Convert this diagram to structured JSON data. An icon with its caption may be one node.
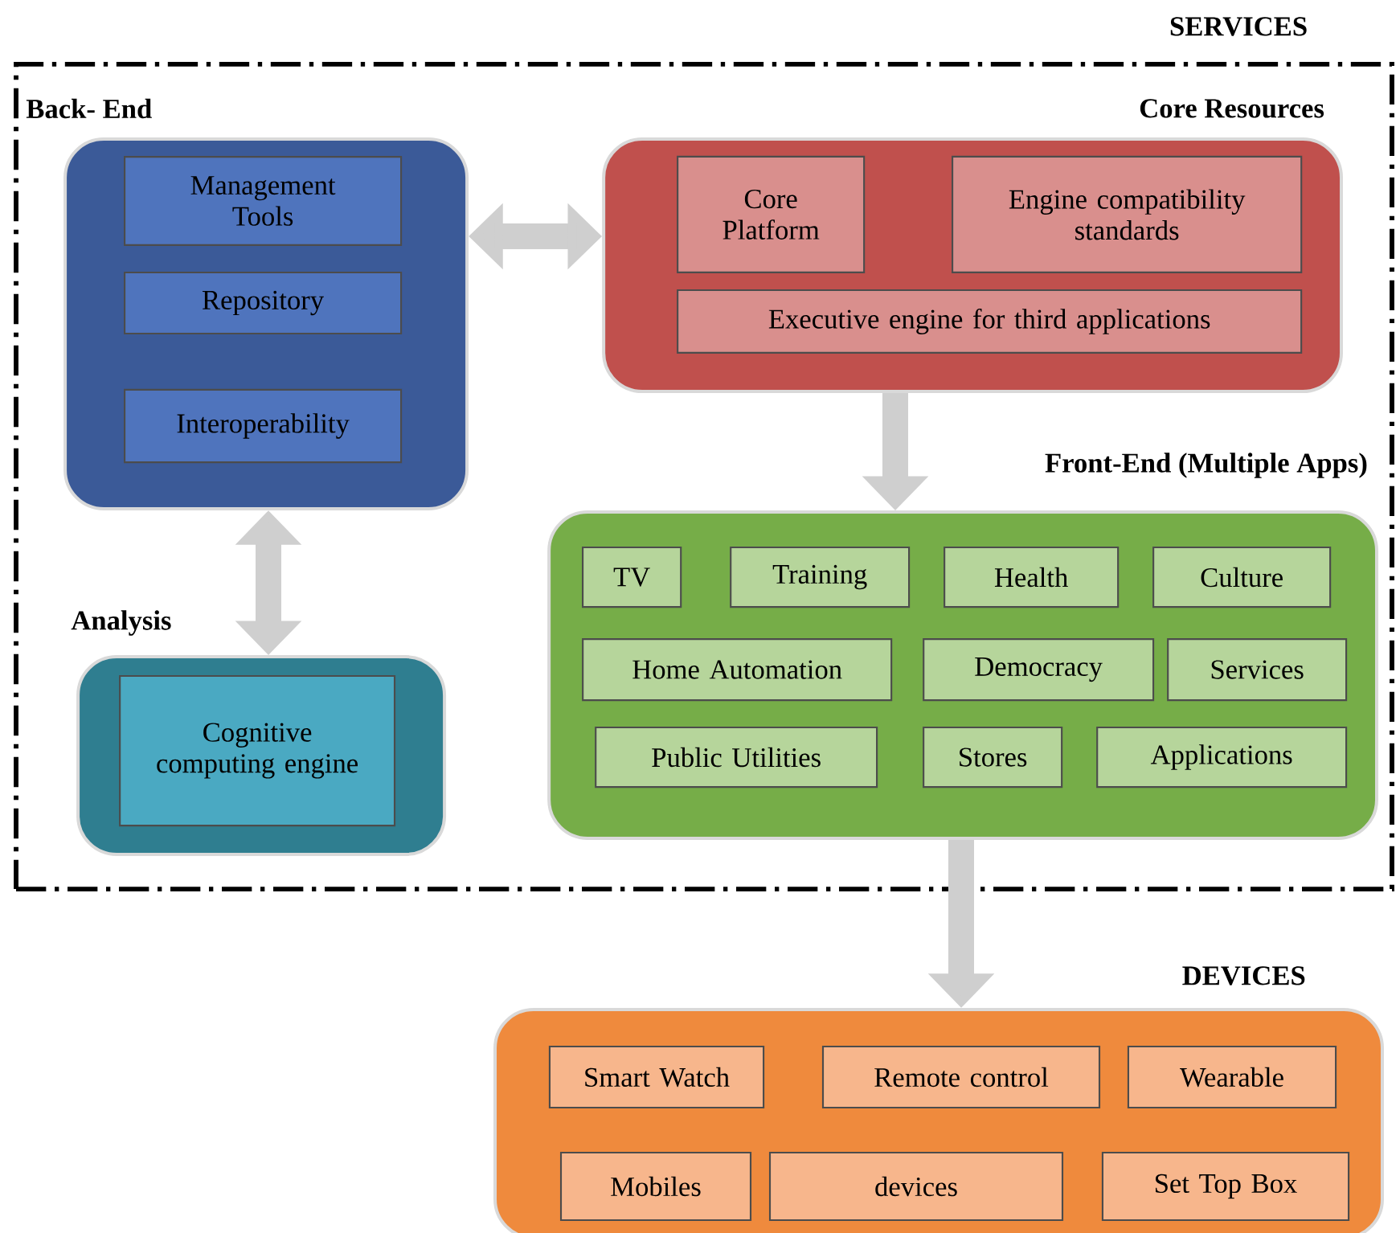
{
  "diagram": {
    "nodes": [
      {
        "text": [
          "SERVICES"
        ]
      },
      {
        "text": [
          "Back- End"
        ],
        "in": 0
      },
      {
        "text": [
          "Management Tools"
        ],
        "in": 1
      },
      {
        "text": [
          "Repository"
        ],
        "in": 1
      },
      {
        "text": [
          "Interoperability"
        ],
        "in": 1
      },
      {
        "text": [
          "Core Resources"
        ],
        "in": 0
      },
      {
        "text": [
          "Core Platform"
        ],
        "in": 5
      },
      {
        "text": [
          "Engine compatibility standards"
        ],
        "in": 5
      },
      {
        "text": [
          "Executive engine for third applications"
        ],
        "in": 5
      },
      {
        "text": [
          "Analysis"
        ],
        "in": 0
      },
      {
        "text": [
          "Cognitive computing engine"
        ],
        "in": 9
      },
      {
        "text": [
          "Front-End (Multiple Apps)"
        ],
        "in": 0
      },
      {
        "text": [
          "TV"
        ],
        "in": 11
      },
      {
        "text": [
          "Training"
        ],
        "in": 11
      },
      {
        "text": [
          "Health"
        ],
        "in": 11
      },
      {
        "text": [
          "Culture"
        ],
        "in": 11
      },
      {
        "text": [
          "Home Automation"
        ],
        "in": 11
      },
      {
        "text": [
          "Democracy"
        ],
        "in": 11
      },
      {
        "text": [
          "Services"
        ],
        "in": 11
      },
      {
        "text": [
          "Public Utilities"
        ],
        "in": 11
      },
      {
        "text": [
          "Stores"
        ],
        "in": 11
      },
      {
        "text": [
          "Applications"
        ],
        "in": 11
      },
      {
        "text": [
          "DEVICES"
        ]
      },
      {
        "text": [
          "Smart Watch"
        ],
        "in": 22
      },
      {
        "text": [
          "Remote control"
        ],
        "in": 22
      },
      {
        "text": [
          "Wearable"
        ],
        "in": 22
      },
      {
        "text": [
          "Mobiles"
        ],
        "in": 22
      },
      {
        "text": [
          "devices"
        ],
        "in": 22
      },
      {
        "text": [
          "Set Top Box"
        ],
        "in": 22
      }
    ],
    "edges": [
      {
        "from": 1,
        "to": 5,
        "arrow": "both"
      },
      {
        "from": 5,
        "to": 11,
        "arrow": "to"
      },
      {
        "from": 1,
        "to": 9,
        "arrow": "both"
      },
      {
        "from": 11,
        "to": 22,
        "arrow": "to"
      }
    ]
  }
}
